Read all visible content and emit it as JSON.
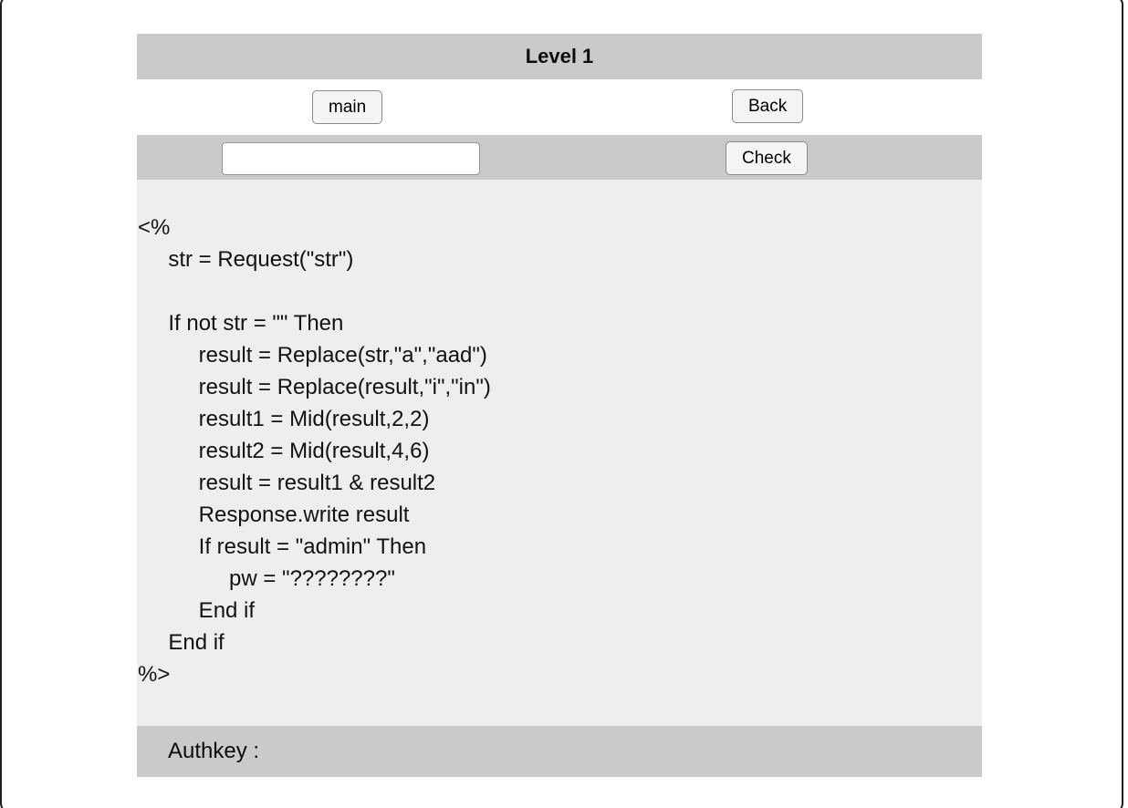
{
  "window": {
    "title": "Level 1"
  },
  "nav": {
    "main_button": "main",
    "back_button": "Back"
  },
  "answer_form": {
    "input_value": "",
    "check_button": "Check"
  },
  "source_code": {
    "language": "asp-vbscript",
    "lines": [
      "<%",
      "     str = Request(\"str\")",
      "",
      "     If not str = \"\" Then",
      "          result = Replace(str,\"a\",\"aad\")",
      "          result = Replace(result,\"i\",\"in\")",
      "          result1 = Mid(result,2,2)",
      "          result2 = Mid(result,4,6)",
      "          result = result1 & result2",
      "          Response.write result",
      "          If result = \"admin\" Then",
      "               pw = \"????????\"",
      "          End if",
      "     End if",
      "%>"
    ]
  },
  "footer": {
    "authkey_label": "Authkey :"
  },
  "colors": {
    "bar_gray": "#cacaca",
    "code_background": "#eeeeee",
    "page_background": "#ffffff",
    "frame_border": "#1f1f1f",
    "button_background": "#f4f4f4",
    "button_border": "#8a8a8a",
    "input_border": "#949494",
    "text": "#121212"
  }
}
